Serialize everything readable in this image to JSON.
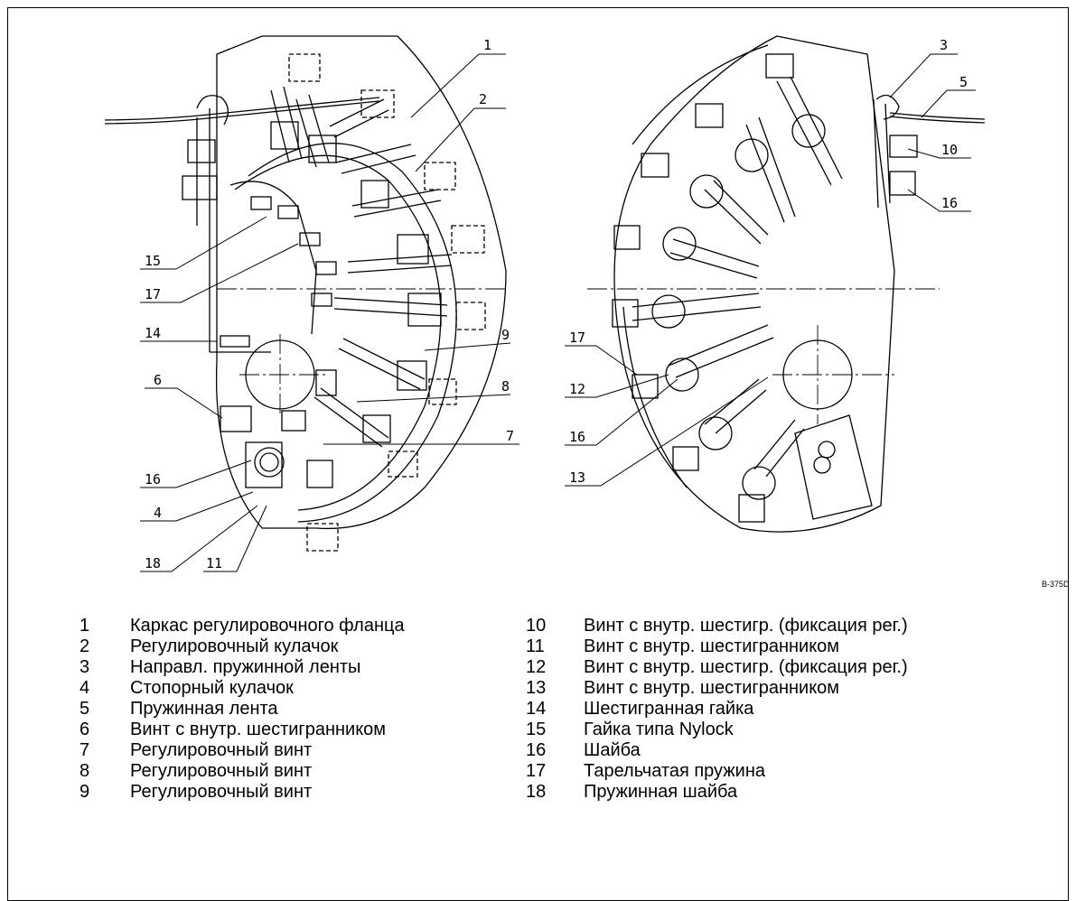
{
  "drawing": {
    "code": "B-375D",
    "left_callouts": [
      "1",
      "2",
      "15",
      "17",
      "14",
      "9",
      "6",
      "8",
      "7",
      "16",
      "4",
      "18",
      "11"
    ],
    "right_callouts": [
      "3",
      "5",
      "10",
      "16",
      "17",
      "12",
      "16",
      "13"
    ]
  },
  "legend": {
    "left": [
      {
        "num": "1",
        "text": "Каркас регулировочного фланца"
      },
      {
        "num": "2",
        "text": "Регулировочный кулачок"
      },
      {
        "num": "3",
        "text": "Направл. пружинной ленты"
      },
      {
        "num": "4",
        "text": "Стопорный кулачок"
      },
      {
        "num": "5",
        "text": "Пружинная лента"
      },
      {
        "num": "6",
        "text": "Винт с внутр. шестигранником"
      },
      {
        "num": "7",
        "text": "Регулировочный винт"
      },
      {
        "num": "8",
        "text": "Регулировочный винт"
      },
      {
        "num": "9",
        "text": "Регулировочный винт"
      }
    ],
    "right": [
      {
        "num": "10",
        "text": "Винт с внутр. шестигр. (фиксация рег.)"
      },
      {
        "num": "11",
        "text": "Винт с внутр. шестигранником"
      },
      {
        "num": "12",
        "text": "Винт с внутр. шестигр. (фиксация рег.)"
      },
      {
        "num": "13",
        "text": "Винт с внутр. шестигранником"
      },
      {
        "num": "14",
        "text": "Шестигранная гайка"
      },
      {
        "num": "15",
        "text": "Гайка типа Nylock"
      },
      {
        "num": "16",
        "text": "Шайба"
      },
      {
        "num": "17",
        "text": "Тарельчатая пружина"
      },
      {
        "num": "18",
        "text": "Пружинная шайба"
      }
    ]
  }
}
